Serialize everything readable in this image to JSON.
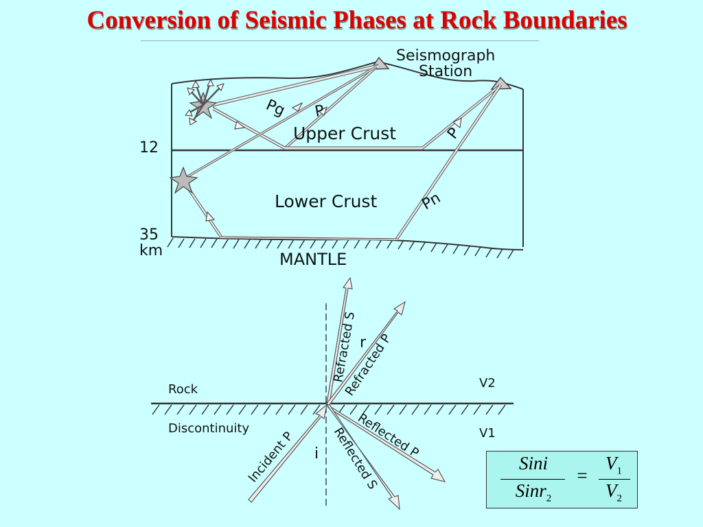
{
  "title": "Conversion of Seismic Phases at Rock Boundaries",
  "top_diagram": {
    "station_label_1": "Seismograph",
    "station_label_2": "Station",
    "depth_12": "12",
    "depth_35": "35",
    "depth_unit": "km",
    "upper_crust": "Upper Crust",
    "lower_crust": "Lower Crust",
    "mantle": "MANTLE",
    "ray_pg": "Pg",
    "ray_p1": "P",
    "ray_p2": "P",
    "ray_pn": "Pn"
  },
  "bottom_diagram": {
    "rock": "Rock",
    "discontinuity": "Discontinuity",
    "v2": "V2",
    "v1": "V1",
    "angle_r": "r",
    "angle_i": "i",
    "incident_p": "Incident P",
    "refracted_s": "Refracted S",
    "refracted_p": "Refracted P",
    "reflected_p": "Reflected P",
    "reflected_s": "Reflected S"
  },
  "formula": {
    "num_left": "Sini",
    "den_left": "Sinr",
    "den_left_sub": "2",
    "equals": "=",
    "num_right": "V",
    "num_right_sub": "1",
    "den_right": "V",
    "den_right_sub": "2"
  }
}
